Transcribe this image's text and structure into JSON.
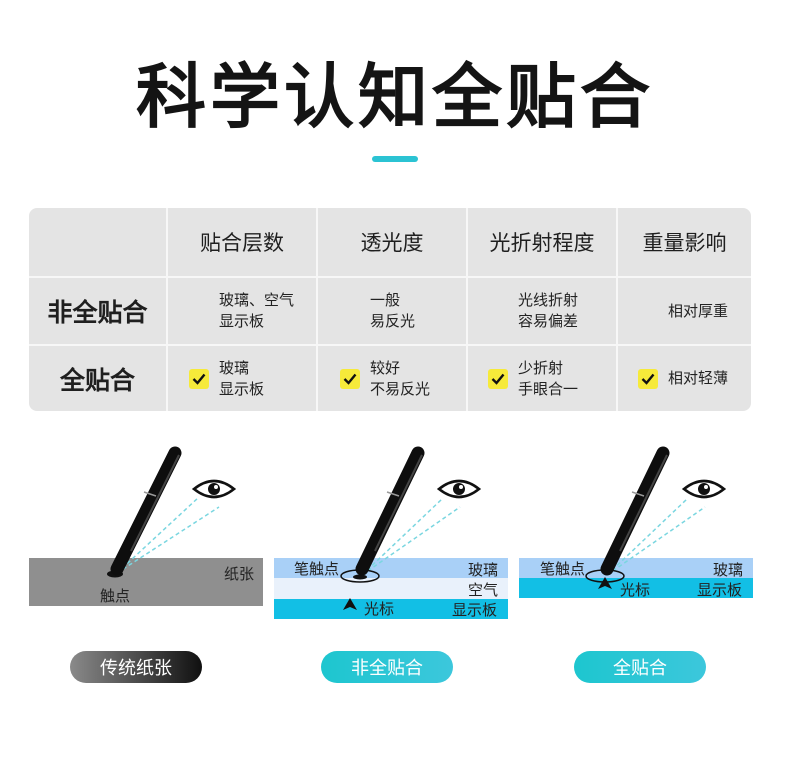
{
  "title": "科学认知全贴合",
  "table": {
    "headers": [
      "贴合层数",
      "透光度",
      "光折射程度",
      "重量影响"
    ],
    "rows": [
      {
        "label": "非全贴合",
        "cells": [
          "玻璃、空气\n显示板",
          "一般\n易反光",
          "光线折射\n容易偏差",
          "相对厚重"
        ],
        "checked": false
      },
      {
        "label": "全贴合",
        "cells": [
          "玻璃\n显示板",
          "较好\n不易反光",
          "少折射\n手眼合一",
          "相对轻薄"
        ],
        "checked": true
      }
    ]
  },
  "scenes": {
    "paper": {
      "layer_label": "纸张",
      "touch_label": "触点",
      "caption": "传统纸张"
    },
    "non_full": {
      "glass_label": "玻璃",
      "air_label": "空气",
      "display_label": "显示板",
      "pen_touch_label": "笔触点",
      "cursor_label": "光标",
      "caption": "非全贴合"
    },
    "full": {
      "glass_label": "玻璃",
      "display_label": "显示板",
      "pen_touch_label": "笔触点",
      "cursor_label": "光标",
      "caption": "全贴合"
    }
  },
  "colors": {
    "accent": "#2bc3d3",
    "check": "#f6ea3a",
    "glass": "#a9d0f7",
    "display": "#12bfe5",
    "paper": "#8f8f8f"
  },
  "icons": [
    "check-icon",
    "eye-icon",
    "stylus-icon",
    "cursor-arrow-icon"
  ]
}
